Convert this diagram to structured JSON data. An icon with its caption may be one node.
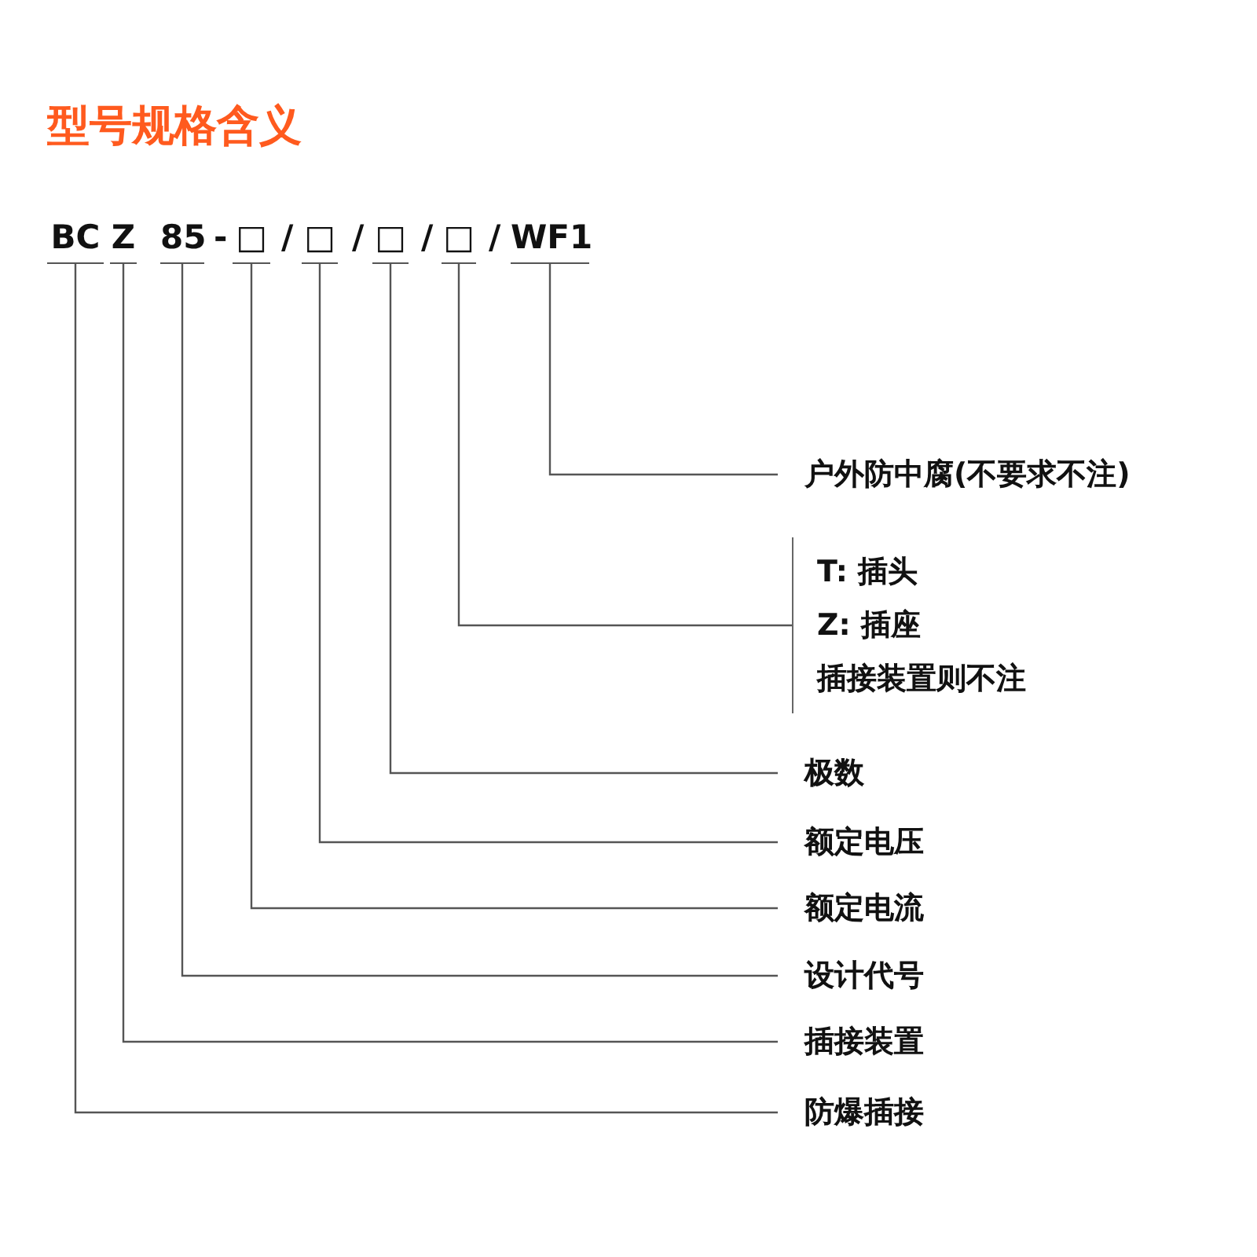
{
  "diagram": {
    "title": "型号规格含义",
    "nodes": [
      {
        "text": [
          "BC"
        ]
      },
      {
        "text": [
          "Z"
        ]
      },
      {
        "text": [
          "85"
        ]
      },
      {
        "text": [
          "□"
        ]
      },
      {
        "text": [
          "□"
        ]
      },
      {
        "text": [
          "□"
        ]
      },
      {
        "text": [
          "□"
        ]
      },
      {
        "text": [
          "WF1"
        ]
      },
      {
        "text": [
          "户外防中腐(不要求不注)"
        ]
      },
      {
        "text": [
          "T: 插头",
          "Z: 插座",
          "插接装置则不注"
        ]
      },
      {
        "text": [
          "极数"
        ]
      },
      {
        "text": [
          "额定电压"
        ]
      },
      {
        "text": [
          "额定电流"
        ]
      },
      {
        "text": [
          "设计代号"
        ]
      },
      {
        "text": [
          "插接装置"
        ]
      },
      {
        "text": [
          "防爆插接"
        ]
      }
    ],
    "edges": [
      {
        "from": 7,
        "to": 8,
        "arrow": "none"
      },
      {
        "from": 6,
        "to": 9,
        "arrow": "none"
      },
      {
        "from": 5,
        "to": 10,
        "arrow": "none"
      },
      {
        "from": 4,
        "to": 11,
        "arrow": "none"
      },
      {
        "from": 3,
        "to": 12,
        "arrow": "none"
      },
      {
        "from": 2,
        "to": 13,
        "arrow": "none"
      },
      {
        "from": 1,
        "to": 14,
        "arrow": "none"
      },
      {
        "from": 0,
        "to": 15,
        "arrow": "none"
      }
    ],
    "labels": [
      "-",
      "/",
      "/",
      "/",
      "/"
    ]
  }
}
